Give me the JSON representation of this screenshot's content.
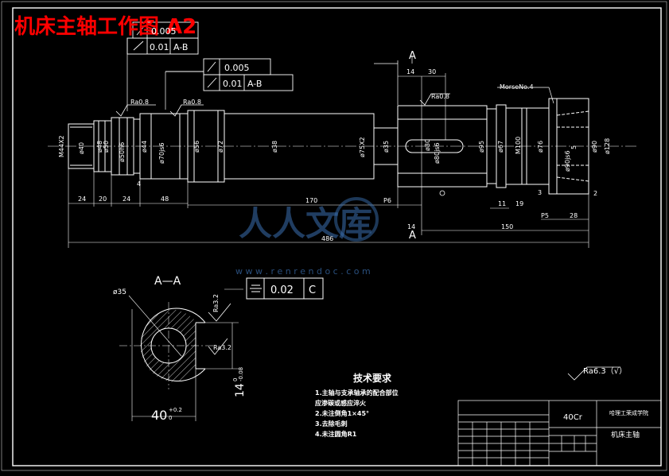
{
  "title": "机床主轴工作图  A2",
  "watermark": {
    "line1": "人人文库",
    "line2": "w w w . r e n r e n d o c . c o m"
  },
  "colors": {
    "background": "#000000",
    "lines": "#ffffff",
    "title": "#ff0000",
    "watermark": "#3a6fb0"
  },
  "tolerance_frames": {
    "f1": {
      "a": "0.005",
      "b": "0.01",
      "ref": "A-B"
    },
    "f2": {
      "a": "0.005",
      "b": "0.01",
      "ref": "A-B"
    },
    "f3": {
      "a": "0.02",
      "ref": "C"
    }
  },
  "roughness": {
    "r1": "Ra0.8",
    "r2": "Ra0.8",
    "r3": "Ra0.8",
    "r4": "Ra3.2",
    "r5": "Ra3.2",
    "general": "Ra6.3（√）"
  },
  "section": {
    "mark_top": "A",
    "mark_bottom": "A",
    "label": "A—A",
    "dia": "ø35",
    "width": "40",
    "width_tol_up": "+0.2",
    "width_tol_low": "0",
    "depth": "14",
    "depth_tol_up": "0",
    "depth_tol_low": "-0.08"
  },
  "labels": {
    "thread": "M44X2",
    "d40": "ø40",
    "d48": "ø48",
    "d50": "ø50",
    "d44": "ø44",
    "d56": "ø56",
    "d72": "ø72",
    "d38": "ø38",
    "d75": "ø75X2",
    "d35": "ø35",
    "d80": "ø80",
    "d95": "ø95",
    "d67": "ø67",
    "m100": "M100",
    "d76": "ø76",
    "d5": "5",
    "d90": "ø90",
    "d128": "ø128",
    "morse": "MorseNo.4",
    "fit1": "ø50h6",
    "fit2": "ø70js6",
    "fit3": "ø80js6",
    "fit4": "ø90js6"
  },
  "dims": {
    "d14": "14",
    "d30": "30",
    "d24a": "24",
    "d20": "20",
    "d24b": "24",
    "d48": "48",
    "d170": "170",
    "p6": "P6",
    "d14b": "14",
    "d11": "11",
    "d19": "19",
    "d3": "3",
    "d2": "2",
    "p5": "P5",
    "d28": "28",
    "d150": "150",
    "d486": "486",
    "d4": "4"
  },
  "notes": {
    "heading": "技术要求",
    "items": [
      "1.主轴与支承轴承的配合部位",
      "  应渗碳或感应淬火",
      "2.未注倒角1×45°",
      "3.去除毛刺",
      "4.未注圆角R1"
    ]
  },
  "title_block": {
    "material": "40Cr",
    "part_name": "机床主轴",
    "school": "哈理工荣成学院"
  }
}
